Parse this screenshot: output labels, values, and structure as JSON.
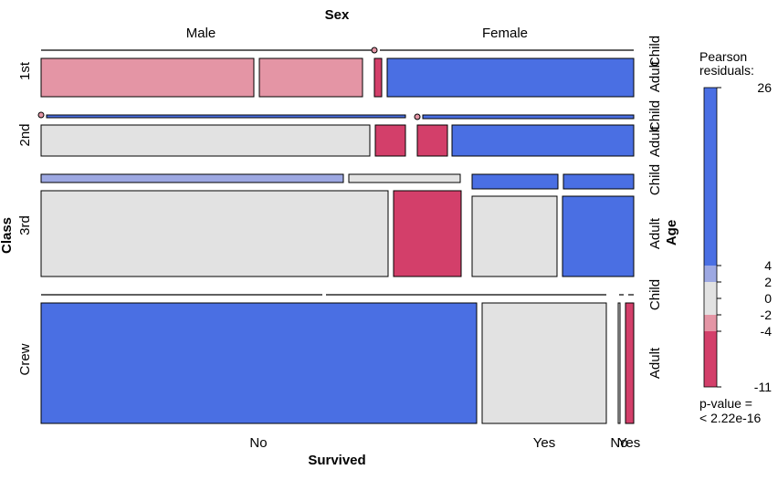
{
  "chart_data": {
    "type": "mosaic",
    "top_variable": "Sex",
    "left_variable": "Class",
    "right_variable": "Age",
    "bottom_variable": "Survived",
    "sex_levels": [
      "Male",
      "Female"
    ],
    "class_levels": [
      "1st",
      "2nd",
      "3rd",
      "Crew"
    ],
    "age_levels": [
      "Child",
      "Adult"
    ],
    "survived_levels": [
      "No",
      "Yes"
    ],
    "bottom_tick_labels": [
      "No",
      "Yes",
      "No",
      "Yes"
    ],
    "age_tick_labels": [
      "Child",
      "Adult",
      "Child",
      "Adult",
      "Child",
      "Adult",
      "Child",
      "Adult"
    ],
    "legend": {
      "title_line1": "Pearson",
      "title_line2": "residuals:",
      "ticks": [
        "26",
        "4",
        "2",
        "0",
        "-2",
        "-4",
        "-11"
      ],
      "pvalue_line1": "p-value =",
      "pvalue_line2": "< 2.22e-16",
      "colors": {
        "high": "#4a6fe3",
        "mid_high": "#9da8e2",
        "neutral": "#e2e2e2",
        "mid_low": "#e495a5",
        "low": "#d33f6a"
      }
    },
    "cells": [
      {
        "class": "1st",
        "sex": "Male",
        "age": "Child",
        "survived": "No",
        "count": 0,
        "residual_band": "zero"
      },
      {
        "class": "1st",
        "sex": "Male",
        "age": "Child",
        "survived": "Yes",
        "count": 5,
        "residual_band": "mid_low"
      },
      {
        "class": "1st",
        "sex": "Male",
        "age": "Adult",
        "survived": "No",
        "count": 118,
        "residual_band": "mid_low"
      },
      {
        "class": "1st",
        "sex": "Male",
        "age": "Adult",
        "survived": "Yes",
        "count": 57,
        "residual_band": "mid_low"
      },
      {
        "class": "1st",
        "sex": "Female",
        "age": "Child",
        "survived": "No",
        "count": 0,
        "residual_band": "zero"
      },
      {
        "class": "1st",
        "sex": "Female",
        "age": "Child",
        "survived": "Yes",
        "count": 1,
        "residual_band": "neutral"
      },
      {
        "class": "1st",
        "sex": "Female",
        "age": "Adult",
        "survived": "No",
        "count": 4,
        "residual_band": "low"
      },
      {
        "class": "1st",
        "sex": "Female",
        "age": "Adult",
        "survived": "Yes",
        "count": 140,
        "residual_band": "high"
      },
      {
        "class": "2nd",
        "sex": "Male",
        "age": "Child",
        "survived": "No",
        "count": 0,
        "residual_band": "zero"
      },
      {
        "class": "2nd",
        "sex": "Male",
        "age": "Child",
        "survived": "Yes",
        "count": 11,
        "residual_band": "high"
      },
      {
        "class": "2nd",
        "sex": "Male",
        "age": "Adult",
        "survived": "No",
        "count": 154,
        "residual_band": "neutral"
      },
      {
        "class": "2nd",
        "sex": "Male",
        "age": "Adult",
        "survived": "Yes",
        "count": 14,
        "residual_band": "low"
      },
      {
        "class": "2nd",
        "sex": "Female",
        "age": "Child",
        "survived": "No",
        "count": 0,
        "residual_band": "zero"
      },
      {
        "class": "2nd",
        "sex": "Female",
        "age": "Child",
        "survived": "Yes",
        "count": 13,
        "residual_band": "high"
      },
      {
        "class": "2nd",
        "sex": "Female",
        "age": "Adult",
        "survived": "No",
        "count": 13,
        "residual_band": "low"
      },
      {
        "class": "2nd",
        "sex": "Female",
        "age": "Adult",
        "survived": "Yes",
        "count": 80,
        "residual_band": "high"
      },
      {
        "class": "3rd",
        "sex": "Male",
        "age": "Child",
        "survived": "No",
        "count": 35,
        "residual_band": "mid_high"
      },
      {
        "class": "3rd",
        "sex": "Male",
        "age": "Child",
        "survived": "Yes",
        "count": 13,
        "residual_band": "neutral"
      },
      {
        "class": "3rd",
        "sex": "Male",
        "age": "Adult",
        "survived": "No",
        "count": 387,
        "residual_band": "neutral"
      },
      {
        "class": "3rd",
        "sex": "Male",
        "age": "Adult",
        "survived": "Yes",
        "count": 75,
        "residual_band": "low"
      },
      {
        "class": "3rd",
        "sex": "Female",
        "age": "Child",
        "survived": "No",
        "count": 17,
        "residual_band": "high"
      },
      {
        "class": "3rd",
        "sex": "Female",
        "age": "Child",
        "survived": "Yes",
        "count": 14,
        "residual_band": "high"
      },
      {
        "class": "3rd",
        "sex": "Female",
        "age": "Adult",
        "survived": "No",
        "count": 89,
        "residual_band": "neutral"
      },
      {
        "class": "3rd",
        "sex": "Female",
        "age": "Adult",
        "survived": "Yes",
        "count": 76,
        "residual_band": "high"
      },
      {
        "class": "Crew",
        "sex": "Male",
        "age": "Child",
        "survived": "No",
        "count": 0,
        "residual_band": "zero"
      },
      {
        "class": "Crew",
        "sex": "Male",
        "age": "Child",
        "survived": "Yes",
        "count": 0,
        "residual_band": "zero"
      },
      {
        "class": "Crew",
        "sex": "Male",
        "age": "Adult",
        "survived": "No",
        "count": 670,
        "residual_band": "high"
      },
      {
        "class": "Crew",
        "sex": "Male",
        "age": "Adult",
        "survived": "Yes",
        "count": 192,
        "residual_band": "neutral"
      },
      {
        "class": "Crew",
        "sex": "Female",
        "age": "Child",
        "survived": "No",
        "count": 0,
        "residual_band": "zero"
      },
      {
        "class": "Crew",
        "sex": "Female",
        "age": "Child",
        "survived": "Yes",
        "count": 0,
        "residual_band": "zero"
      },
      {
        "class": "Crew",
        "sex": "Female",
        "age": "Adult",
        "survived": "No",
        "count": 3,
        "residual_band": "neutral"
      },
      {
        "class": "Crew",
        "sex": "Female",
        "age": "Adult",
        "survived": "Yes",
        "count": 20,
        "residual_band": "low"
      }
    ]
  }
}
